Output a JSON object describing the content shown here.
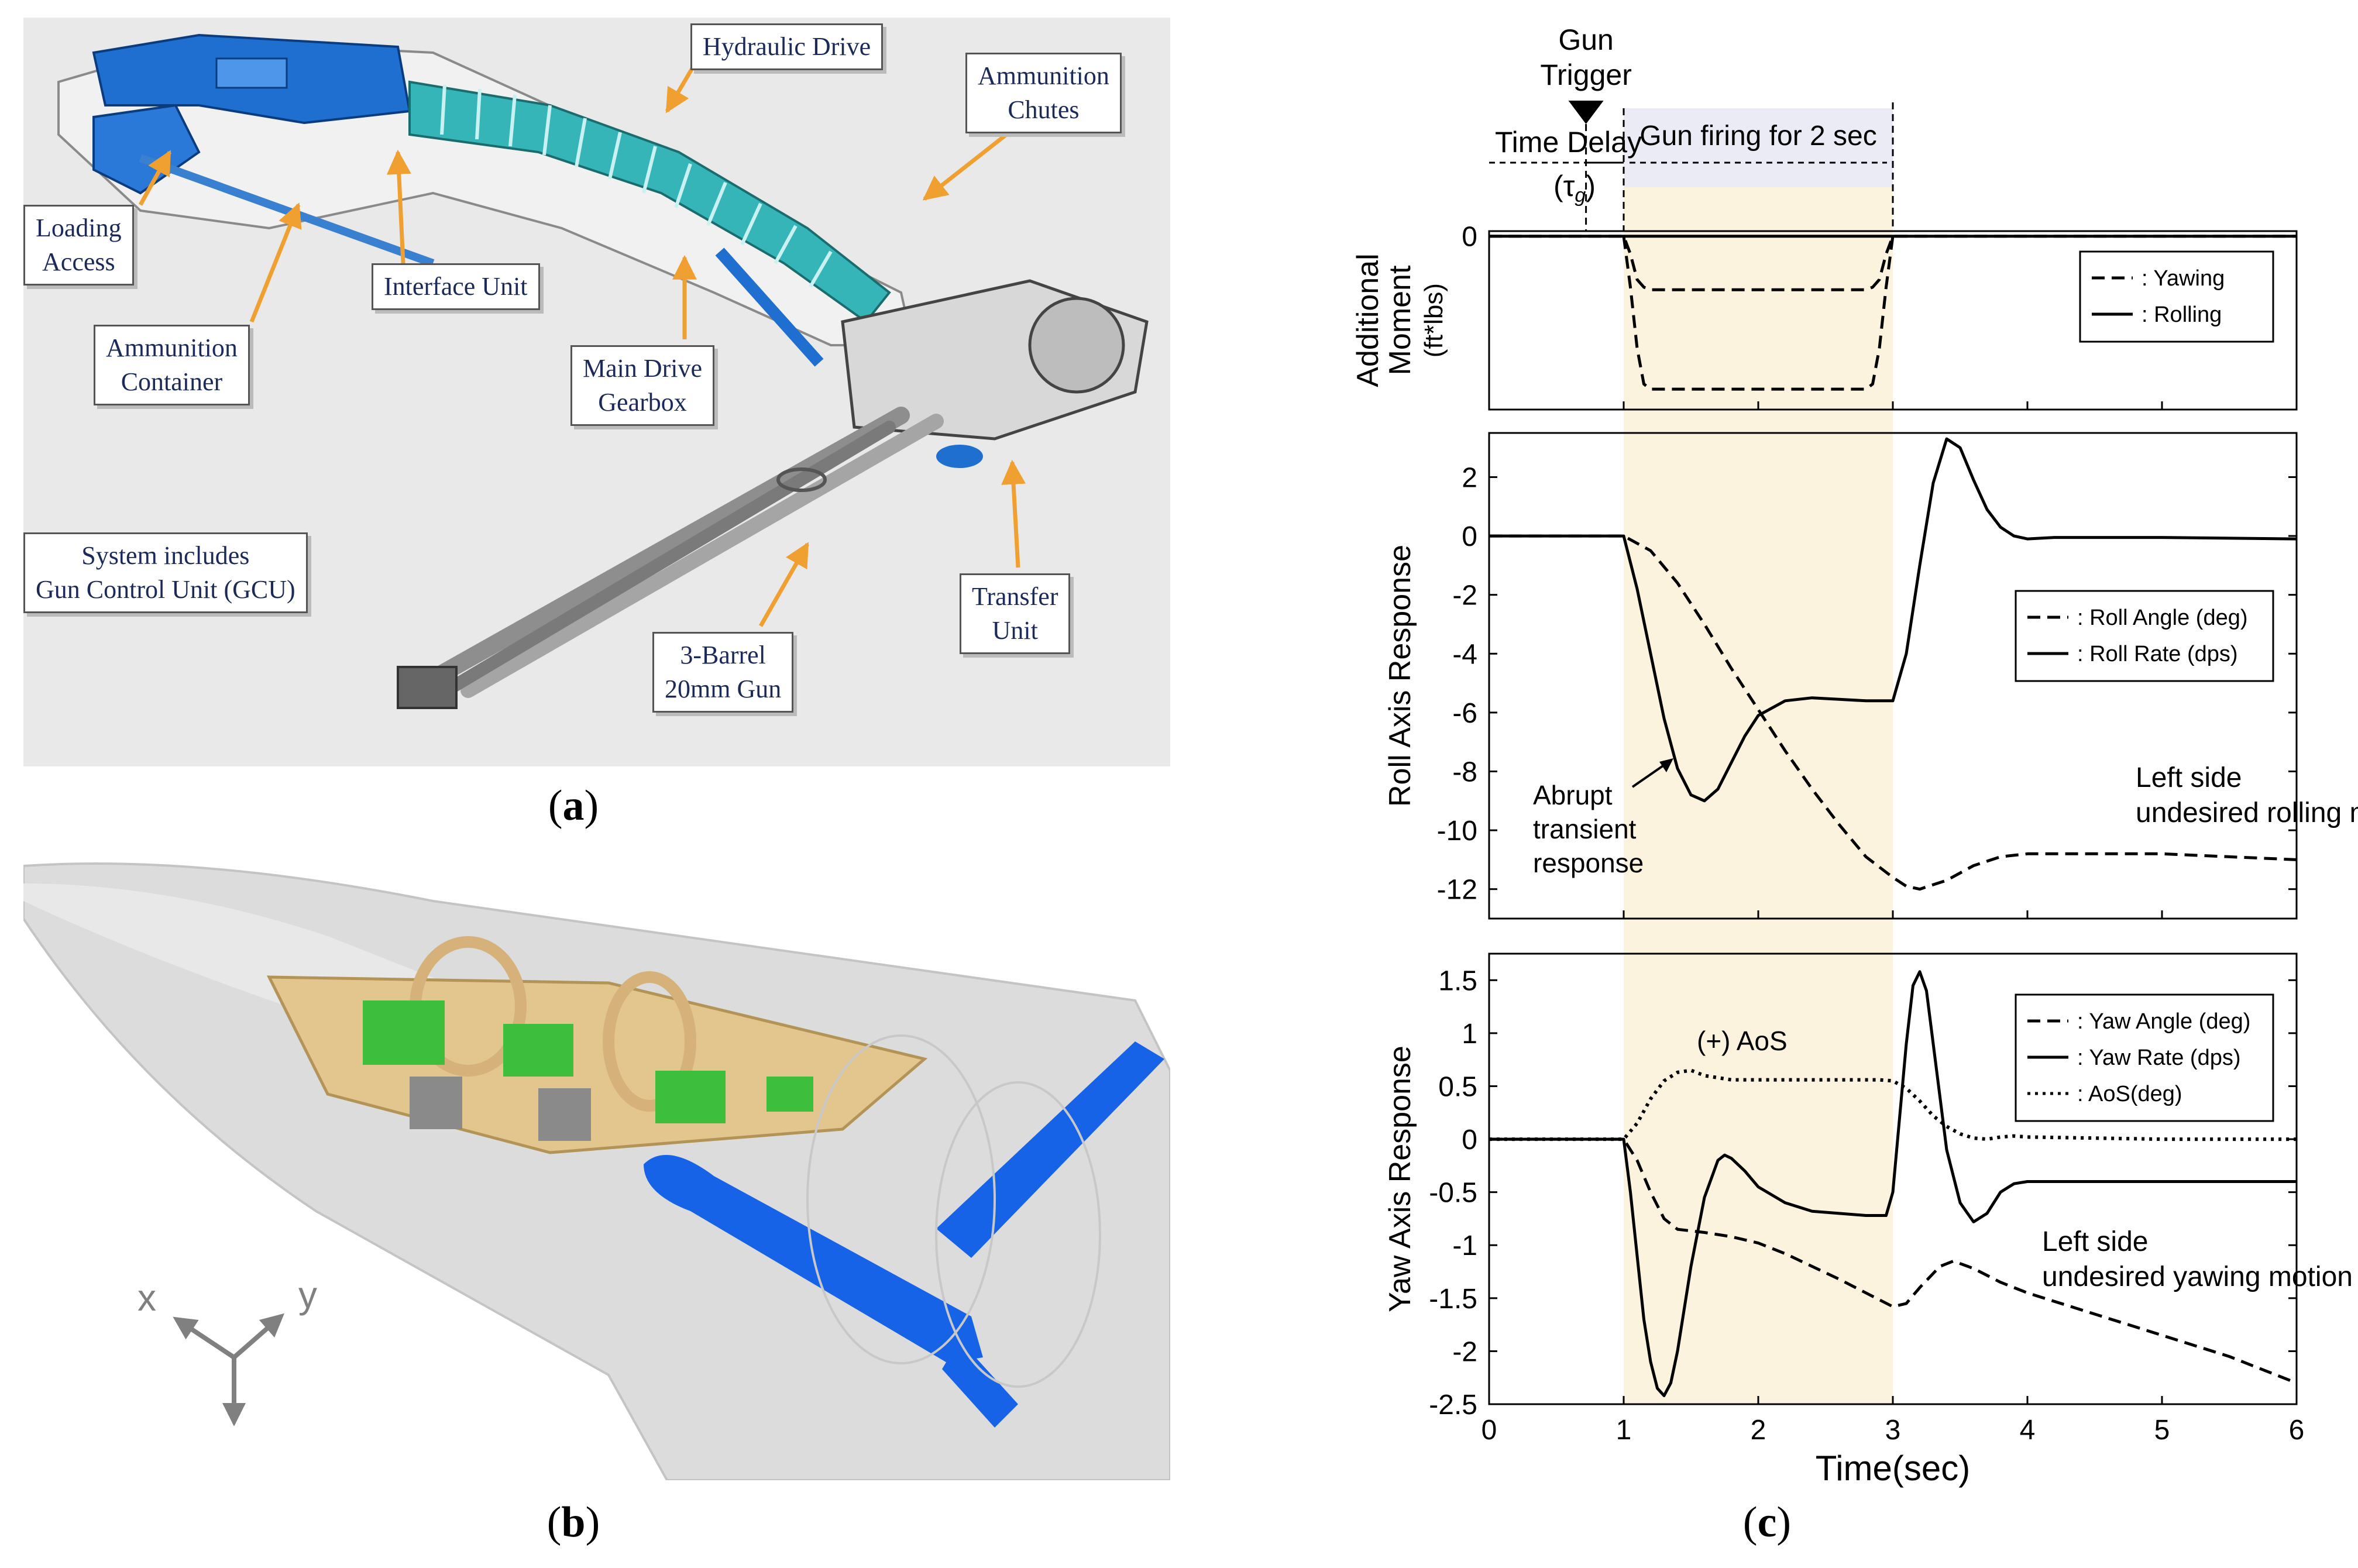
{
  "captions": {
    "a": "a",
    "b": "b",
    "c": "c"
  },
  "panel_a": {
    "callouts": {
      "hydraulic_drive": [
        "Hydraulic Drive"
      ],
      "ammunition_chutes": [
        "Ammunition",
        "Chutes"
      ],
      "loading_access": [
        "Loading",
        "Access"
      ],
      "interface_unit": [
        "Interface Unit"
      ],
      "ammunition_container": [
        "Ammunition",
        "Container"
      ],
      "main_drive_gearbox": [
        "Main Drive",
        "Gearbox"
      ],
      "system_includes": [
        "System includes",
        "Gun Control Unit (GCU)"
      ],
      "transfer_unit": [
        "Transfer",
        "Unit"
      ],
      "barrel_gun": [
        "3-Barrel",
        "20mm Gun"
      ]
    },
    "colors": {
      "background": "#e9e9e9",
      "arrow": "#f0a030",
      "blue": "#1f6fd0",
      "teal": "#36b5b8",
      "text": "#1c2a5a"
    }
  },
  "panel_b": {
    "axis_labels": {
      "x": "x",
      "y": "y"
    },
    "colors": {
      "airframe": "#d9d9d9",
      "frames": "#e3c58e",
      "green": "#3dbf3d",
      "blue": "#1663e8"
    }
  },
  "chart_data": [
    {
      "type": "line",
      "ylabel": [
        "Additional",
        "Moment",
        "(ft*lbs)"
      ],
      "xlim": [
        0,
        6
      ],
      "ylim": [
        -3.4,
        0.1
      ],
      "yticks": [
        0
      ],
      "legend": {
        "placement": "right",
        "entries": [
          ": Yawing",
          ": Rolling"
        ]
      },
      "series": [
        {
          "name": ": Yawing",
          "style": "dashed",
          "x": [
            0,
            1.0,
            1.05,
            1.1,
            1.15,
            1.2,
            2.8,
            2.85,
            2.9,
            2.95,
            3.0,
            6
          ],
          "values": [
            0,
            0,
            -0.35,
            -0.85,
            -1.0,
            -1.05,
            -1.05,
            -1.0,
            -0.85,
            -0.35,
            0,
            0
          ]
        },
        {
          "name": "",
          "style": "dashed",
          "x": [
            1.0,
            1.05,
            1.1,
            1.15,
            1.2,
            2.8,
            2.85,
            2.9,
            2.95,
            3.0
          ],
          "values": [
            0,
            -1.0,
            -2.2,
            -2.9,
            -3.0,
            -3.0,
            -2.9,
            -2.2,
            -1.0,
            0
          ]
        },
        {
          "name": ": Rolling",
          "style": "solid",
          "x": [
            0,
            6
          ],
          "values": [
            0,
            0
          ]
        }
      ],
      "annotations": {
        "gun_trigger": [
          "Gun",
          "Trigger"
        ],
        "time_delay": "Time Delay",
        "tau": "(τ",
        "tau_sub": "g",
        "tau_close": ")",
        "gun_firing": "Gun firing for 2 sec"
      }
    },
    {
      "type": "line",
      "ylabel": "Roll Axis Response",
      "xlim": [
        0,
        6
      ],
      "ylim": [
        -13,
        3.5
      ],
      "yticks": [
        2,
        0,
        -2,
        -4,
        -6,
        -8,
        -10,
        -12
      ],
      "legend": {
        "placement": "right",
        "entries": [
          ": Roll Angle (deg)",
          ": Roll Rate (dps)"
        ]
      },
      "series": [
        {
          "name": ": Roll Angle (deg)",
          "style": "dashed",
          "x": [
            0,
            1.0,
            1.2,
            1.4,
            1.6,
            1.8,
            2.0,
            2.2,
            2.4,
            2.6,
            2.8,
            3.0,
            3.1,
            3.2,
            3.4,
            3.6,
            3.8,
            4.0,
            5.0,
            6.0
          ],
          "values": [
            0,
            0,
            -0.5,
            -1.6,
            -3.0,
            -4.5,
            -5.9,
            -7.3,
            -8.6,
            -9.8,
            -10.9,
            -11.6,
            -11.9,
            -12.0,
            -11.7,
            -11.2,
            -10.9,
            -10.8,
            -10.8,
            -11.0
          ]
        },
        {
          "name": ": Roll Rate (dps)",
          "style": "solid",
          "x": [
            0,
            1.0,
            1.1,
            1.2,
            1.3,
            1.4,
            1.5,
            1.6,
            1.7,
            1.8,
            1.9,
            2.0,
            2.2,
            2.4,
            2.6,
            2.8,
            3.0,
            3.1,
            3.2,
            3.3,
            3.4,
            3.5,
            3.6,
            3.7,
            3.8,
            3.9,
            4.0,
            4.2,
            5.0,
            6.0
          ],
          "values": [
            0,
            0,
            -1.8,
            -4.0,
            -6.2,
            -7.9,
            -8.8,
            -9.0,
            -8.6,
            -7.7,
            -6.8,
            -6.1,
            -5.6,
            -5.5,
            -5.55,
            -5.6,
            -5.6,
            -4.0,
            -1.0,
            1.8,
            3.3,
            3.0,
            1.9,
            0.9,
            0.3,
            0.0,
            -0.1,
            -0.05,
            -0.05,
            -0.1
          ]
        }
      ],
      "annotations": {
        "abrupt": [
          "Abrupt",
          "transient",
          "response"
        ],
        "left_rolling": [
          "Left side",
          "undesired rolling motion"
        ]
      }
    },
    {
      "type": "line",
      "ylabel": "Yaw Axis Response",
      "xlabel": "Time(sec)",
      "xlim": [
        0,
        6
      ],
      "ylim": [
        -2.5,
        1.75
      ],
      "xticks": [
        0,
        1,
        2,
        3,
        4,
        5,
        6
      ],
      "yticks": [
        1.5,
        1,
        0.5,
        0,
        -0.5,
        -1,
        -1.5,
        -2,
        -2.5
      ],
      "legend": {
        "placement": "right",
        "entries": [
          ": Yaw Angle (deg)",
          ": Yaw Rate (dps)",
          ": AoS(deg)"
        ]
      },
      "series": [
        {
          "name": ": Yaw Angle (deg)",
          "style": "dashed",
          "x": [
            0,
            1.0,
            1.1,
            1.2,
            1.3,
            1.4,
            1.6,
            1.8,
            2.0,
            2.2,
            2.4,
            2.6,
            2.8,
            3.0,
            3.1,
            3.2,
            3.35,
            3.45,
            3.6,
            3.8,
            4.0,
            4.5,
            5.0,
            5.5,
            6.0
          ],
          "values": [
            0,
            0,
            -0.2,
            -0.5,
            -0.75,
            -0.85,
            -0.88,
            -0.92,
            -0.98,
            -1.08,
            -1.2,
            -1.32,
            -1.45,
            -1.58,
            -1.55,
            -1.4,
            -1.2,
            -1.15,
            -1.22,
            -1.35,
            -1.45,
            -1.65,
            -1.85,
            -2.05,
            -2.3
          ]
        },
        {
          "name": ": Yaw Rate (dps)",
          "style": "solid",
          "x": [
            0,
            1.0,
            1.05,
            1.1,
            1.15,
            1.2,
            1.25,
            1.3,
            1.35,
            1.4,
            1.5,
            1.6,
            1.7,
            1.75,
            1.8,
            1.9,
            2.0,
            2.2,
            2.4,
            2.6,
            2.8,
            2.95,
            3.0,
            3.05,
            3.1,
            3.15,
            3.2,
            3.25,
            3.3,
            3.4,
            3.5,
            3.6,
            3.7,
            3.8,
            3.9,
            4.0,
            4.5,
            5.0,
            6.0
          ],
          "values": [
            0,
            0,
            -0.5,
            -1.1,
            -1.7,
            -2.1,
            -2.35,
            -2.42,
            -2.3,
            -2.0,
            -1.2,
            -0.55,
            -0.2,
            -0.15,
            -0.18,
            -0.3,
            -0.45,
            -0.6,
            -0.68,
            -0.7,
            -0.72,
            -0.72,
            -0.5,
            0.2,
            0.9,
            1.45,
            1.58,
            1.4,
            0.9,
            -0.1,
            -0.6,
            -0.78,
            -0.7,
            -0.5,
            -0.42,
            -0.4,
            -0.4,
            -0.4,
            -0.4
          ]
        },
        {
          "name": ": AoS(deg)",
          "style": "dotted",
          "x": [
            0,
            1.0,
            1.1,
            1.2,
            1.3,
            1.4,
            1.5,
            1.6,
            1.8,
            2.0,
            2.5,
            2.9,
            3.0,
            3.1,
            3.2,
            3.3,
            3.4,
            3.5,
            3.6,
            3.7,
            3.8,
            3.9,
            4.0,
            4.5,
            5.0,
            6.0
          ],
          "values": [
            0,
            0,
            0.15,
            0.38,
            0.55,
            0.63,
            0.65,
            0.6,
            0.56,
            0.56,
            0.56,
            0.56,
            0.55,
            0.48,
            0.36,
            0.22,
            0.12,
            0.05,
            0.01,
            0.0,
            0.02,
            0.03,
            0.02,
            0.01,
            0.0,
            0.0
          ]
        }
      ],
      "annotations": {
        "aos": "(+) AoS",
        "left_yawing": [
          "Left side",
          "undesired yawing motion"
        ]
      }
    }
  ],
  "colors": {
    "firing_band": "#fbf3dd",
    "firing_header": "#ebebf6",
    "line": "#000000"
  }
}
